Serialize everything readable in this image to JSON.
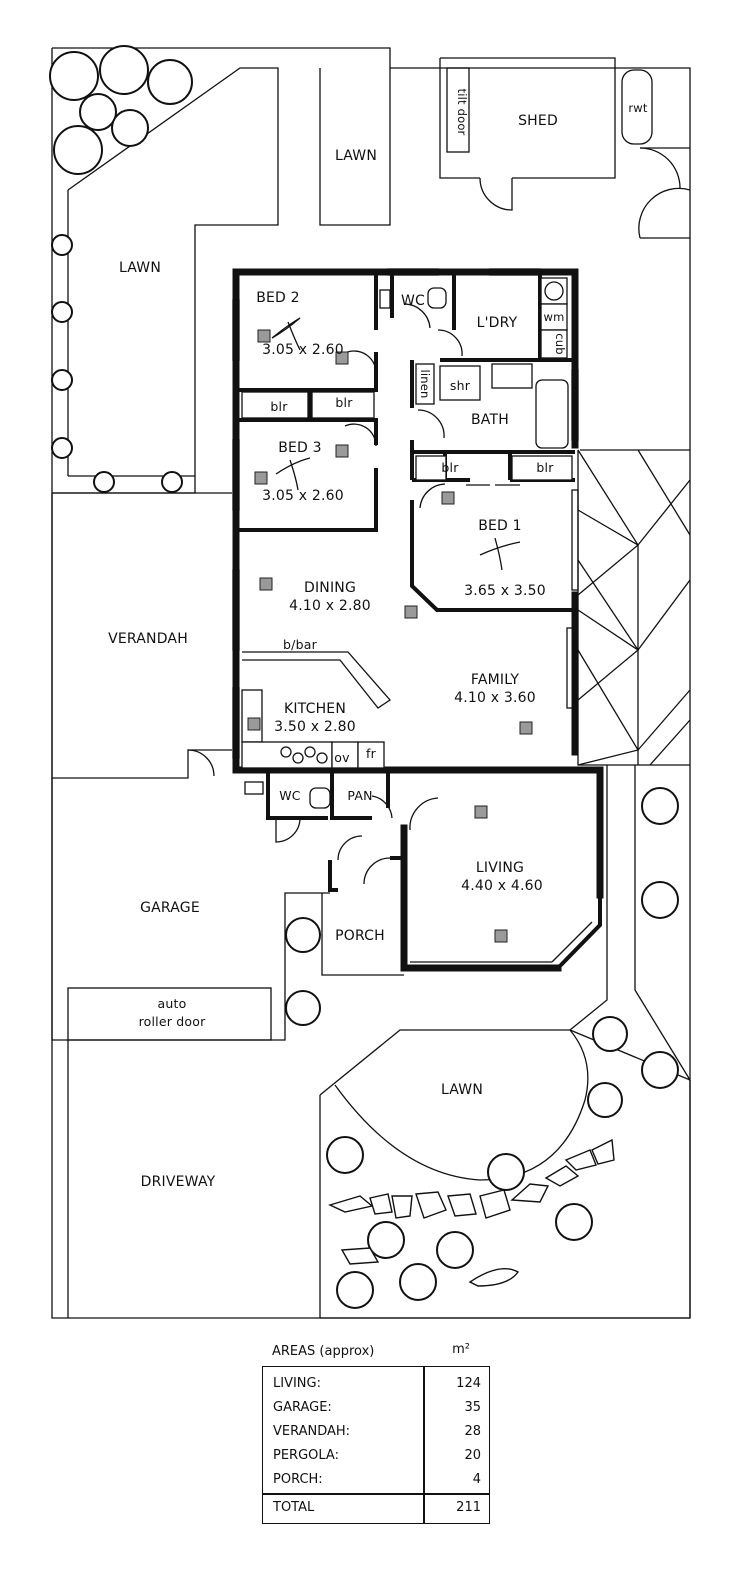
{
  "rooms": {
    "shed": "SHED",
    "tilt_door": "tilt door",
    "rwt": "rwt",
    "lawn_top_mid": "LAWN",
    "lawn_left": "LAWN",
    "bed2": {
      "name": "BED 2",
      "size": "3.05 x 2.60"
    },
    "wc_upper": "WC",
    "laundry": "L'DRY",
    "wm": "wm",
    "cub": "cub",
    "linen": "linen",
    "shr": "shr",
    "bath": "BATH",
    "blr_bed2a": "blr",
    "blr_bed2b": "blr",
    "bed3": {
      "name": "BED 3",
      "size": "3.05 x 2.60"
    },
    "blr_bed1a": "blr",
    "blr_bed1b": "blr",
    "bed1": {
      "name": "BED 1",
      "size": "3.65 x 3.50"
    },
    "dining": {
      "name": "DINING",
      "size": "4.10 x 2.80"
    },
    "verandah": "VERANDAH",
    "bbar": "b/bar",
    "family": {
      "name": "FAMILY",
      "size": "4.10 x 3.60"
    },
    "kitchen": {
      "name": "KITCHEN",
      "size": "3.50 x 2.80"
    },
    "ov": "ov",
    "fr": "fr",
    "wc_lower": "WC",
    "pan": "PAN",
    "living": {
      "name": "LIVING",
      "size": "4.40 x 4.60"
    },
    "garage": "GARAGE",
    "porch": "PORCH",
    "roller_door": [
      "auto",
      "roller door"
    ],
    "lawn_front": "LAWN",
    "driveway": "DRIVEWAY"
  },
  "areas": {
    "title": "AREAS (approx)",
    "unit": "m²",
    "rows": [
      {
        "name": "LIVING:",
        "value": "124"
      },
      {
        "name": "GARAGE:",
        "value": "35"
      },
      {
        "name": "VERANDAH:",
        "value": "28"
      },
      {
        "name": "PERGOLA:",
        "value": "20"
      },
      {
        "name": "PORCH:",
        "value": "4"
      }
    ],
    "total": {
      "name": "TOTAL",
      "value": "211"
    }
  }
}
